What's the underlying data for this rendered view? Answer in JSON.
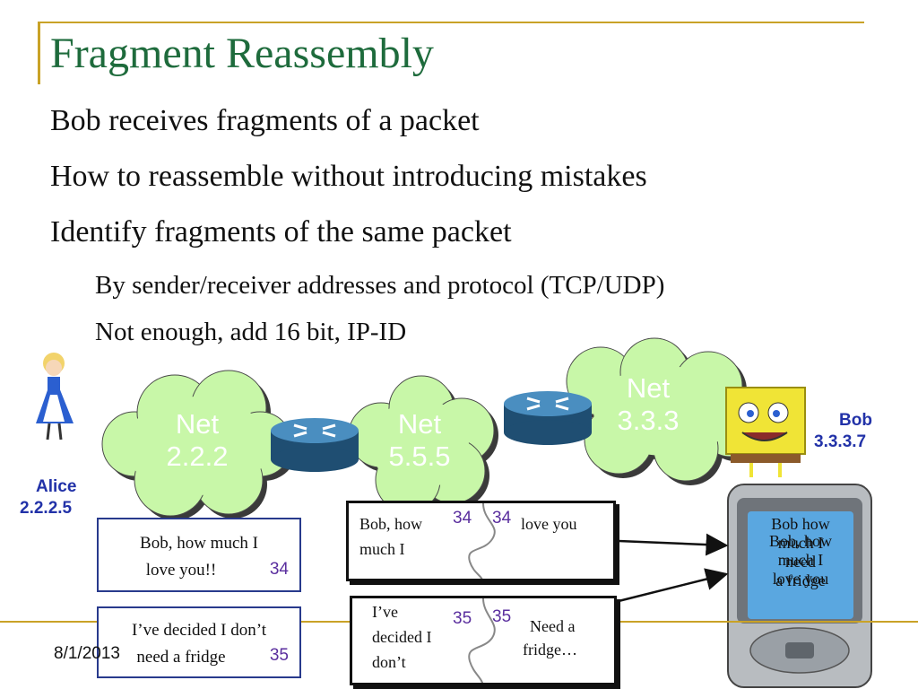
{
  "title": "Fragment Reassembly",
  "bullets": [
    "Bob receives fragments of a packet",
    "How to reassemble without introducing mistakes",
    "Identify fragments of the same packet"
  ],
  "subbullets": [
    "By sender/receiver addresses and protocol (TCP/UDP)",
    "Not enough, add 16 bit, IP-ID"
  ],
  "clouds": [
    {
      "line1": "Net",
      "line2": "2.2.2"
    },
    {
      "line1": "Net",
      "line2": "5.5.5"
    },
    {
      "line1": "Net",
      "line2": "3.3.3"
    }
  ],
  "alice": {
    "name": "Alice",
    "addr": "2.2.2.5"
  },
  "bob": {
    "name": "Bob",
    "addr": "3.3.3.7"
  },
  "messages": [
    {
      "text1": "Bob, how much I",
      "text2": "love you!!",
      "id": "34"
    },
    {
      "text1": "I’ve decided I don’t",
      "text2": "need a fridge",
      "id": "35"
    }
  ],
  "fragments": [
    {
      "left_line1": "Bob, how",
      "left_line2": "much I",
      "id_left": "34",
      "id_right": "34",
      "right_text": "love you"
    },
    {
      "left_line1": "I’ve",
      "left_line2": "decided I",
      "left_line3": "don’t",
      "id_left": "35",
      "id_right": "35",
      "right_line1": "Need a",
      "right_line2": "fridge…"
    }
  ],
  "phone_screen": {
    "back": [
      "Bob how",
      "much I",
      "need",
      "a fridge"
    ],
    "front": [
      "Bob, how",
      "much I",
      "love you"
    ]
  },
  "footer": {
    "date": "8/1/2013"
  },
  "colors": {
    "title": "#1e6b3c",
    "accent": "#c9a227",
    "cloud": "#c8f7a8",
    "router": "#2e6d9a",
    "labels": "#2232a8",
    "ids": "#5a2e9e"
  }
}
